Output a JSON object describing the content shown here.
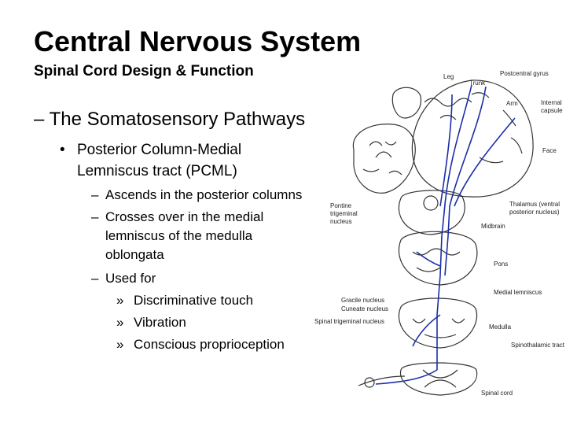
{
  "slide": {
    "title": "Central Nervous System",
    "subtitle": "Spinal Cord Design & Function",
    "level1": {
      "dash": "–",
      "text": "The Somatosensory Pathways"
    },
    "level2": {
      "bullet": "•",
      "line1": "Posterior Column-Medial",
      "line2": "Lemniscus tract (PCML)"
    },
    "level3": [
      {
        "dash": "–",
        "text": "Ascends in the posterior columns"
      },
      {
        "dash": "–",
        "lines": [
          "Crosses over in the medial",
          "lemniscus of the medulla",
          "oblongata"
        ]
      },
      {
        "dash": "–",
        "text": "Used for"
      }
    ],
    "level4": {
      "bullet": "»",
      "items": [
        "Discriminative touch",
        "Vibration",
        "Conscious proprioception"
      ]
    }
  },
  "figure": {
    "labels": {
      "leg": "Leg",
      "trunk": "Trunk",
      "postcentral_gyrus": "Postcentral gyrus",
      "arm": "Arm",
      "internal_capsule_1": "Internal",
      "internal_capsule_2": "capsule",
      "face": "Face",
      "thalamus_1": "Thalamus (ventral",
      "thalamus_2": "posterior nucleus)",
      "pontine_1": "Pontine",
      "pontine_2": "trigeminal",
      "pontine_3": "nucleus",
      "midbrain": "Midbrain",
      "pons": "Pons",
      "gracile": "Gracile nucleus",
      "cuneate": "Cuneate nucleus",
      "medial_lemniscus": "Medial lemniscus",
      "spinal_trigeminal": "Spinal trigeminal nucleus",
      "medulla": "Medulla",
      "spinothalamic": "Spinothalamic tract",
      "spinal_cord": "Spinal cord"
    },
    "colors": {
      "pathway": "#1b2ea8",
      "outline": "#333333"
    }
  }
}
